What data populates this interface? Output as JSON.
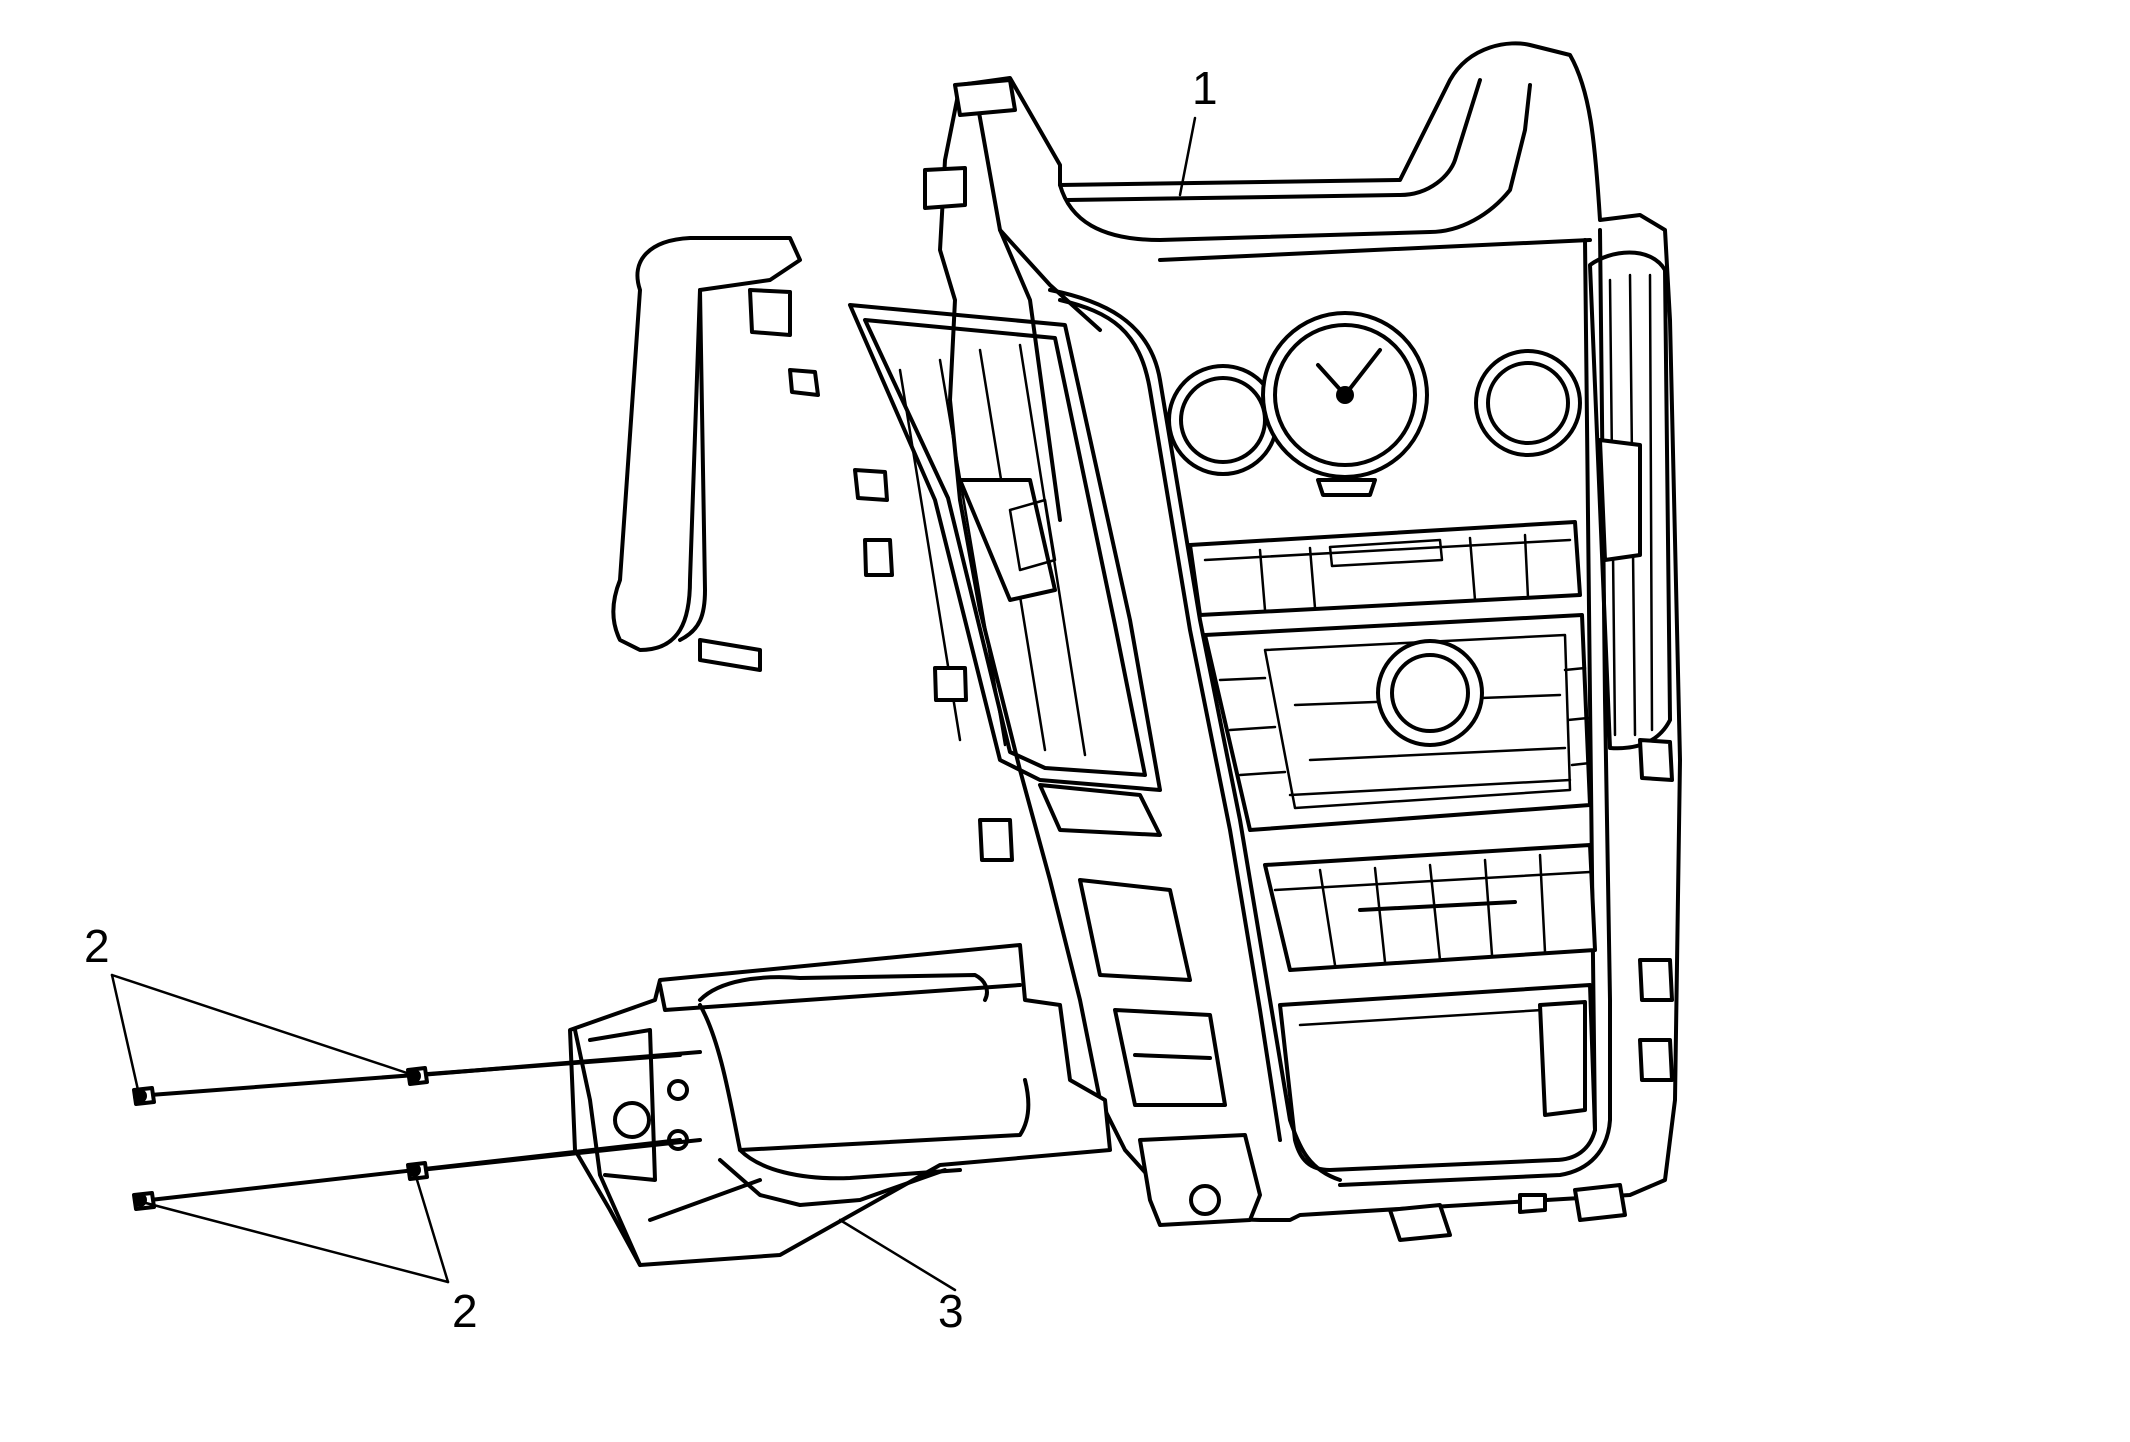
{
  "callouts": {
    "c1": "1",
    "c2a": "2",
    "c2b": "2",
    "c3": "3"
  }
}
